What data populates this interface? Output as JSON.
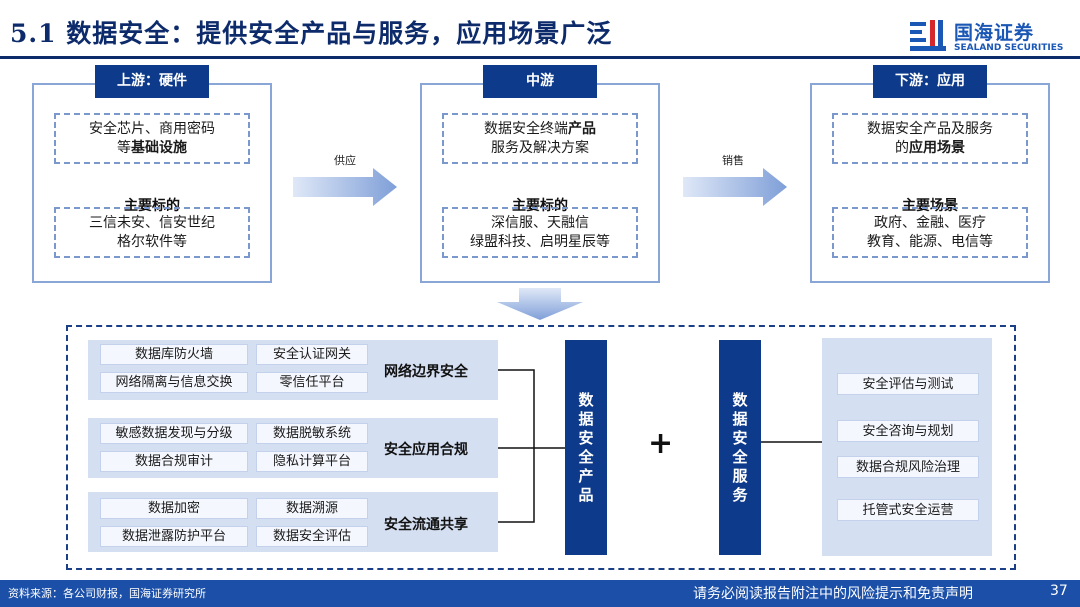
{
  "header": {
    "title": "5.1 数据安全：提供安全产品与服务，应用场景广泛",
    "logo_cn": "国海证券",
    "logo_en": "SEALAND SECURITIES"
  },
  "stages": {
    "upstream": {
      "header": "上游：硬件",
      "box1_line1": "安全芯片、商用密码",
      "box1_line2_a": "等",
      "box1_line2_b": "基础设施",
      "sub_title": "主要标的",
      "box2_line1": "三信未安、信安世纪",
      "box2_line2": "格尔软件等"
    },
    "midstream": {
      "header": "中游",
      "box1_line1_a": "数据安全终端",
      "box1_line1_b": "产品",
      "box1_line2": "服务及解决方案",
      "sub_title": "主要标的",
      "box2_line1": "深信服、天融信",
      "box2_line2": "绿盟科技、启明星辰等"
    },
    "downstream": {
      "header": "下游：应用",
      "box1_line1": "数据安全产品及服务",
      "box1_line2_a": "的",
      "box1_line2_b": "应用场景",
      "sub_title": "主要场景",
      "box2_line1": "政府、金融、医疗",
      "box2_line2": "教育、能源、电信等"
    }
  },
  "arrows": {
    "supply": "供应",
    "sales": "销售"
  },
  "categories": [
    {
      "label": "网络边界安全",
      "chips": [
        "数据库防火墙",
        "安全认证网关",
        "网络隔离与信息交换",
        "零信任平台"
      ]
    },
    {
      "label": "安全应用合规",
      "chips": [
        "敏感数据发现与分级",
        "数据脱敏系统",
        "数据合规审计",
        "隐私计算平台"
      ]
    },
    {
      "label": "安全流通共享",
      "chips": [
        "数据加密",
        "数据溯源",
        "数据泄露防护平台",
        "数据安全评估"
      ]
    }
  ],
  "products_bar": [
    "数",
    "据",
    "安",
    "全",
    "产",
    "品"
  ],
  "plus": "+",
  "services_bar": [
    "数",
    "据",
    "安",
    "全",
    "服",
    "务"
  ],
  "services": [
    "安全评估与测试",
    "安全咨询与规划",
    "数据合规风险治理",
    "托管式安全运营"
  ],
  "footer": {
    "source": "资料来源：各公司财报，国海证券研究所",
    "disclaimer": "请务必阅读报告附注中的风险提示和免责声明",
    "page": "37"
  },
  "colors": {
    "navy": "#0d3a8a",
    "title_navy": "#0d2b6b",
    "panel_blue": "#d5dff2",
    "footer_blue": "#1b4fa8",
    "arrow_blue": "#7f9fd8"
  }
}
